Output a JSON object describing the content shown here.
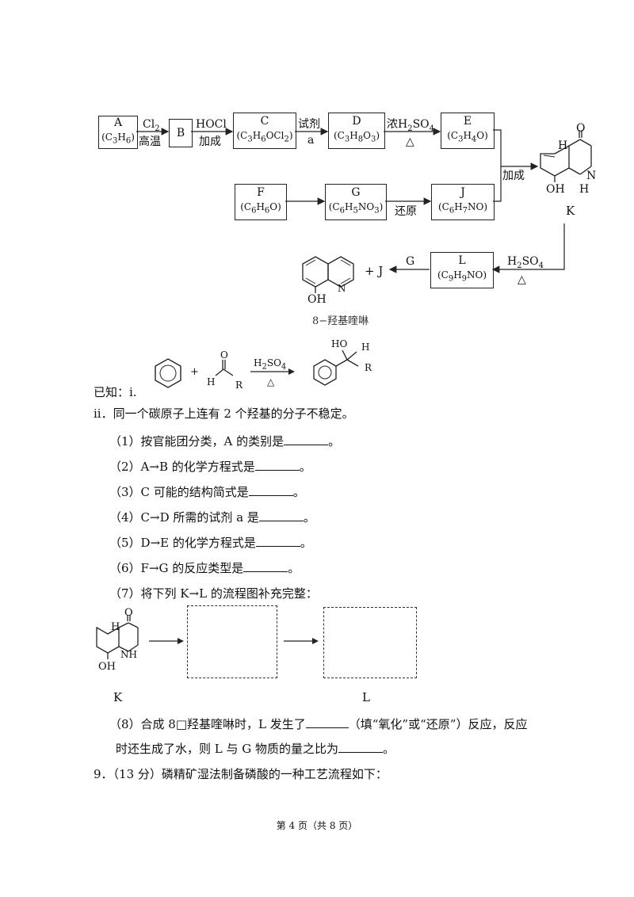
{
  "flow": {
    "boxes": {
      "A": {
        "name": "A",
        "formula": "(C3H6)"
      },
      "B": {
        "name": "B"
      },
      "C": {
        "name": "C",
        "formula": "(C3H6OCl2)"
      },
      "D": {
        "name": "D",
        "formula": "(C3H8O3)"
      },
      "E": {
        "name": "E",
        "formula": "(C3H4O)"
      },
      "F": {
        "name": "F",
        "formula": "(C6H6O)"
      },
      "G": {
        "name": "G",
        "formula": "(C6H5NO3)"
      },
      "J": {
        "name": "J",
        "formula": "(C6H7NO)"
      },
      "L": {
        "name": "L",
        "formula": "(C9H9NO)"
      }
    },
    "arrows": {
      "a_b_top": "Cl2",
      "a_b_bottom": "高温",
      "b_c_top": "HOCl",
      "b_c_bottom": "加成",
      "c_d_top": "试剂",
      "c_d_bottom": "a",
      "d_e_top": "浓H2SO4",
      "d_e_bottom": "△",
      "g_j_bottom": "还原",
      "ej_k": "加成",
      "k_l_top": "H2SO4",
      "k_l_bottom": "△",
      "l_prod_top": "G"
    },
    "k_label": "K",
    "k_mol": {
      "o": "O",
      "h": "H",
      "oh": "OH",
      "nh_n": "N",
      "nh_h": "H"
    },
    "product_plus": "+ J",
    "product_name": "8−羟基喹啉",
    "product_mol": {
      "oh": "OH",
      "n": "N"
    }
  },
  "known": {
    "label": "已知：i.",
    "plus": "+",
    "reagent": {
      "o": "O",
      "h": "H",
      "r": "R"
    },
    "arrow_top": "H2SO4",
    "arrow_bottom": "△",
    "product": {
      "ho": "HO",
      "h": "H",
      "r": "R"
    },
    "ii": "ii．同一个碳原子上连有 2 个羟基的分子不稳定。"
  },
  "questions": {
    "q1": "（1）按官能团分类，A 的类别是",
    "q2": "（2）A→B 的化学方程式是",
    "q3": "（3）C 可能的结构简式是",
    "q4": "（4）C→D 所需的试剂 a 是",
    "q5": "（5）D→E 的化学方程式是",
    "q6": "（6）F→G 的反应类型是",
    "q7": "（7）将下列 K→L 的流程图补充完整：",
    "end": "。",
    "q8_part1": "（8）合成 8□羟基喹啉时，L 发生了",
    "q8_part2": "（填“氧化”或“还原”）反应，反应",
    "q8_line2": "时还生成了水，则 L 与 G 物质的量之比为"
  },
  "k_scheme": {
    "k": "K",
    "l": "L",
    "mol": {
      "o": "O",
      "h": "H",
      "oh": "OH",
      "nh": "NH"
    }
  },
  "q9": "9．（13 分）磷精矿湿法制备磷酸的一种工艺流程如下：",
  "footer": "第 4 页（共 8 页）"
}
